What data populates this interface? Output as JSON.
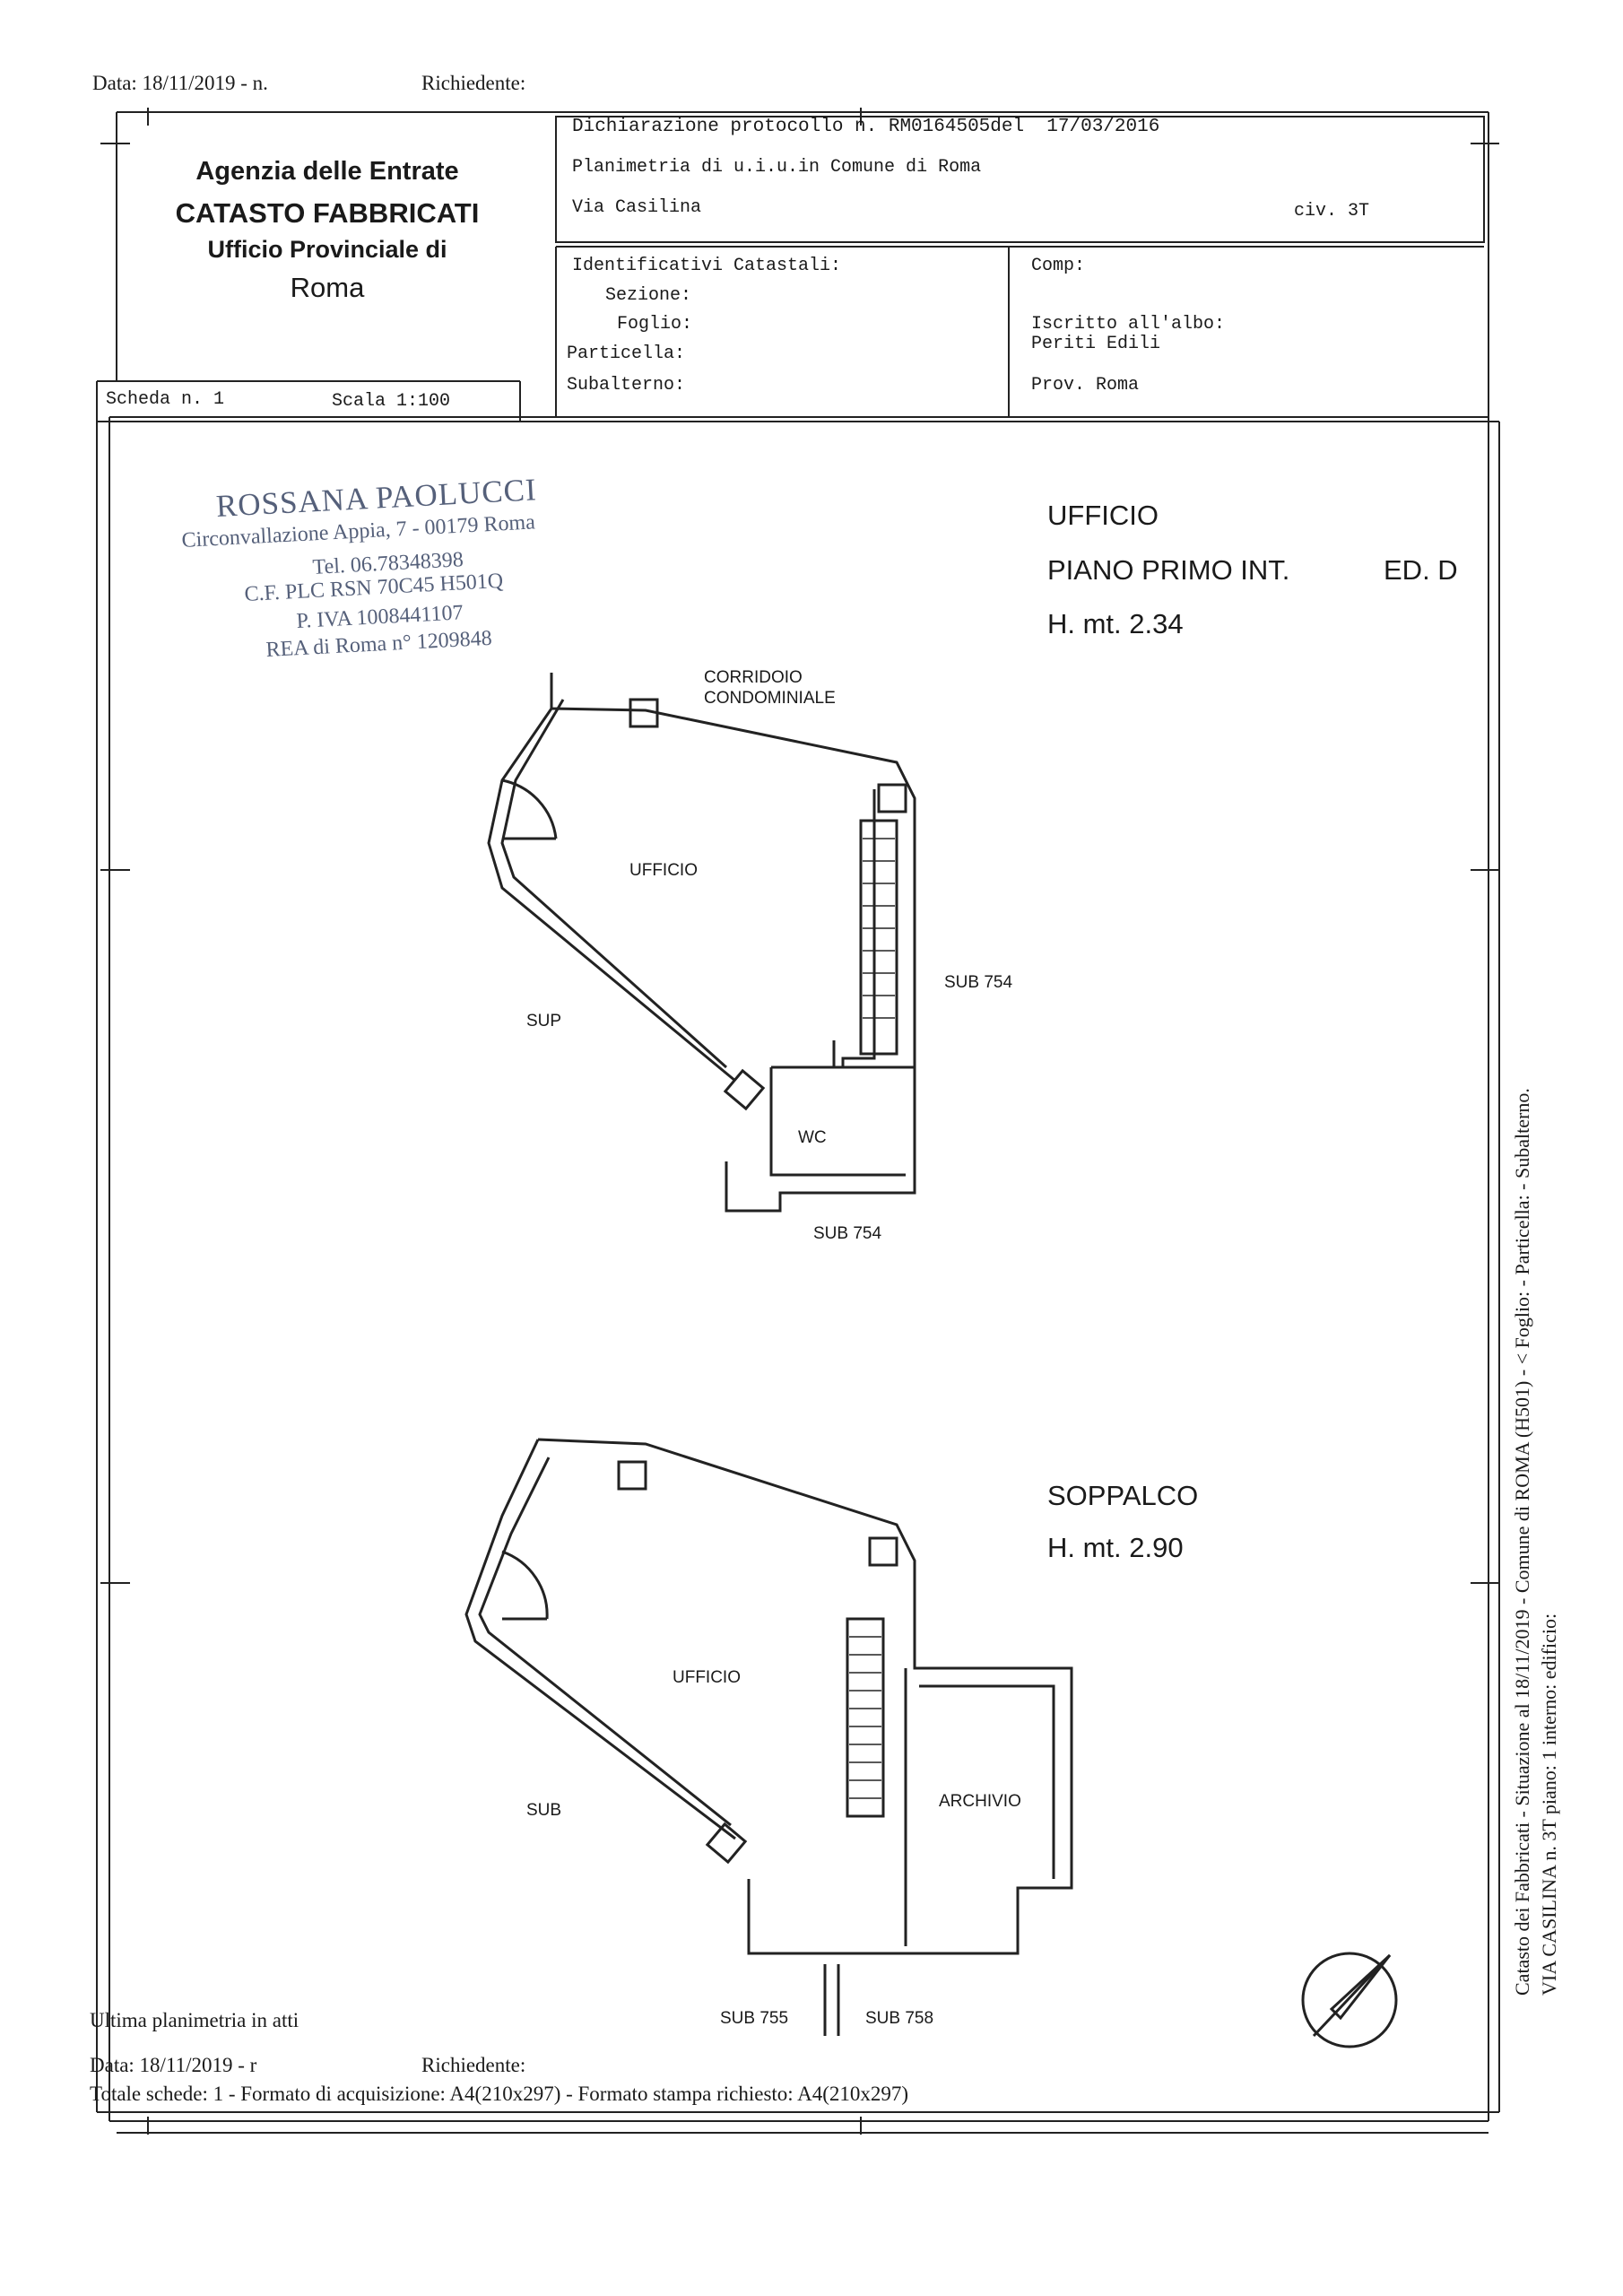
{
  "header": {
    "data_line": "Data: 18/11/2019 - n.",
    "richiedente": "Richiedente:"
  },
  "agency": {
    "line1": "Agenzia delle Entrate",
    "line2": "CATASTO FABBRICATI",
    "line3": "Ufficio Provinciale di",
    "line4": "Roma"
  },
  "protocol": {
    "dichiarazione": "Dichiarazione protocollo n. RM0164505del  17/03/2016",
    "planimetria": "Planimetria di u.i.u.in Comune di Roma",
    "via": "Via Casilina",
    "civico": "civ. 3T"
  },
  "identificativi": {
    "title": "Identificativi Catastali:",
    "sezione": "Sezione:",
    "foglio": "Foglio:",
    "particella": "Particella:",
    "subalterno": "Subalterno:"
  },
  "compilatore": {
    "label": "Comp:",
    "iscritto": "Iscritto all'albo:",
    "albo": "Periti Edili",
    "prov": "Prov. Roma"
  },
  "scheda": {
    "numero": "Scheda n. 1",
    "scala": "Scala 1:100"
  },
  "stamp": {
    "name": "ROSSANA PAOLUCCI",
    "address": "Circonvallazione Appia, 7 - 00179 Roma",
    "tel": "Tel. 06.78348398",
    "cf": "C.F. PLC RSN 70C45 H501Q",
    "piva": "P. IVA 1008441107",
    "rea": "REA di Roma n° 1209848"
  },
  "plan1": {
    "title": "UFFICIO",
    "floor": "PIANO PRIMO INT.",
    "building": "ED. D",
    "height": "H. mt. 2.34",
    "corridor1": "CORRIDOIO",
    "corridor2": "CONDOMINIALE",
    "room": "UFFICIO",
    "sup": "SUP",
    "sub_right": "SUB 754",
    "wc": "WC",
    "sub_bottom": "SUB 754"
  },
  "plan2": {
    "title": "SOPPALCO",
    "height": "H. mt. 2.90",
    "room": "UFFICIO",
    "archivio": "ARCHIVIO",
    "sub_left": "SUB",
    "sub755": "SUB 755",
    "sub758": "SUB 758"
  },
  "side": {
    "line1": "Catasto dei Fabbricati - Situazione al 18/11/2019 - Comune di ROMA (H501) - < Foglio:    - Particella:    - Subalterno.",
    "line2": "VIA CASILINA n. 3T piano: 1 interno:    edificio:"
  },
  "footer": {
    "ultima": "Ultima planimetria in atti",
    "data_line": "Data: 18/11/2019 - r",
    "richiedente": "Richiedente:",
    "totale": "Totale schede: 1 - Formato di acquisizione: A4(210x297)  - Formato stampa richiesto: A4(210x297)"
  },
  "colors": {
    "ink": "#1a1a1a",
    "stamp": "#55607a"
  },
  "icons": [
    "north-arrow-icon"
  ]
}
